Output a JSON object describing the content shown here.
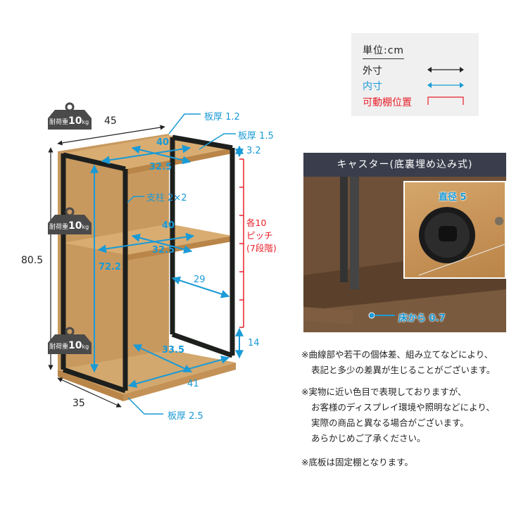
{
  "legend": {
    "unit": "単位:cm",
    "outer_label": "外寸",
    "inner_label": "内寸",
    "movable_shelf_label": "可動棚位置",
    "colors": {
      "outer": "#222222",
      "inner": "#1a9ad6",
      "movable": "#e8202a"
    }
  },
  "diagram": {
    "outer_width": "45",
    "outer_depth": "35",
    "outer_height": "80.5",
    "top_board_thickness": "板厚 1.2",
    "shelf_board_thickness": "板厚 1.5",
    "bottom_board_thickness": "板厚 2.5",
    "top_gap": "3.2",
    "top_shelf_width": "40",
    "top_shelf_depth": "32.5",
    "post_label": "支柱 2×2",
    "mid_shelf_width": "40",
    "mid_shelf_depth": "32.5",
    "inner_height": "72.2",
    "side_depth": "29",
    "bottom_inner_depth": "33.5",
    "bottom_inner_width": "41",
    "bottom_gap": "14",
    "pitch_line1": "各10",
    "pitch_line2": "ピッチ",
    "pitch_line3": "(7段階)",
    "load_badge_prefix": "耐荷重",
    "load_badge_value": "10",
    "load_badge_unit": "kg"
  },
  "caster": {
    "title": "キャスター(底裏埋め込み式)",
    "diameter_label": "直径 5",
    "floor_clearance_label": "床から 0.7"
  },
  "notes": [
    {
      "line1": "※曲線部や若干の個体差、組み立てなどにより、",
      "line2": "表記と多少の差異が生じることがございます。"
    },
    {
      "line1": "※実物に近い色目で表現しておりますが、",
      "line2": "お客様のディスプレイ環境や照明などにより、",
      "line3": "実際の商品と異なる場合がございます。",
      "line4": "あらかじめご了承ください。"
    },
    {
      "line1": "※底板は固定棚となります。"
    }
  ]
}
